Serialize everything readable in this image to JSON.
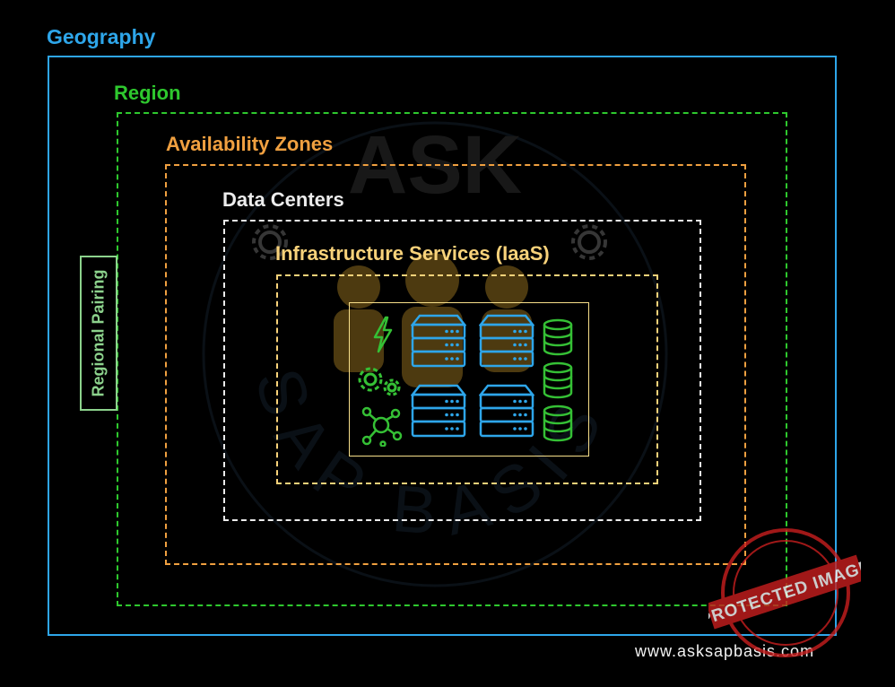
{
  "labels": {
    "geography": "Geography",
    "region": "Region",
    "availability_zones": "Availability Zones",
    "data_centers": "Data Centers",
    "iaas": "Infrastructure Services (IaaS)",
    "regional_pairing": "Regional Pairing"
  },
  "watermark": {
    "top_text": "ASK",
    "ring_text": "SAP BASIS"
  },
  "stamp": {
    "text": "PROTECTED IMAGE"
  },
  "footer": {
    "url": "www.asksapbasis.com"
  },
  "colors": {
    "geography": "#2ea6ea",
    "region": "#2ec82e",
    "availability_zones": "#f0a040",
    "data_centers": "#ececec",
    "iaas": "#f8d27a",
    "regional_pairing": "#8cd28c",
    "server": "#2ea6ea",
    "database": "#35c035",
    "stamp": "#c81e1e"
  },
  "icons": [
    "lightning-icon",
    "gears-icon",
    "network-hub-icon",
    "server-rack-icon",
    "database-icon",
    "gear-icon",
    "people-group-icon"
  ]
}
